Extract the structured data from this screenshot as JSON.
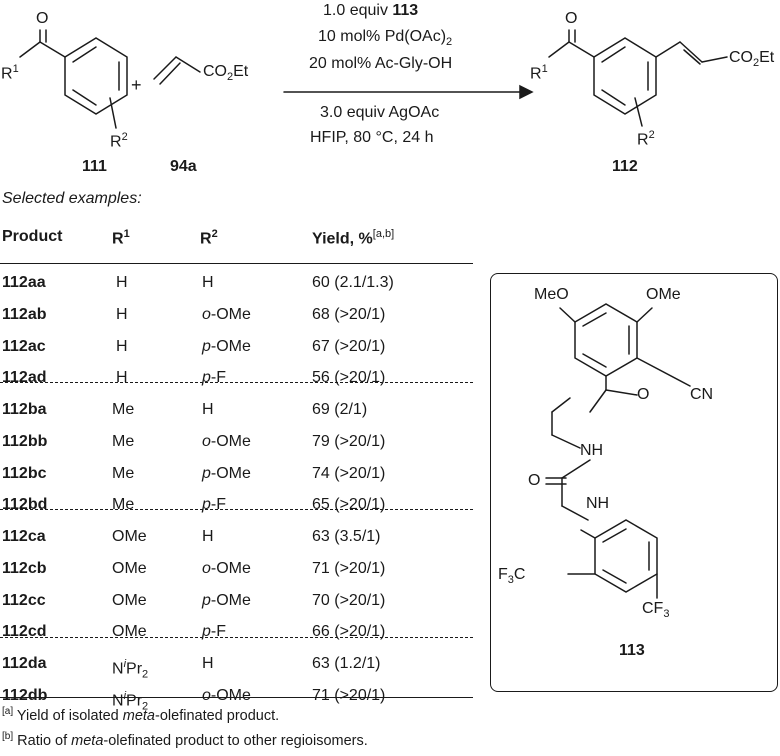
{
  "reaction": {
    "reactant1_id": "111",
    "reactant1_r1": "R",
    "reactant1_r2": "R",
    "reactant1_sup1": "1",
    "reactant1_sup2": "2",
    "plus": "+",
    "reactant2_id": "94a",
    "reactant2_group": "CO",
    "reactant2_sub": "2",
    "reactant2_tail": "Et",
    "product_id": "112",
    "conditions_above": [
      "1.0 equiv ",
      "113",
      "10 mol% Pd(OAc)",
      "2",
      "20 mol% Ac-Gly-OH"
    ],
    "conditions_below": [
      "3.0 equiv AgOAc",
      "HFIP, 80 °C, 24 h"
    ]
  },
  "selected_label": "Selected examples:",
  "table": {
    "headers": {
      "product": "Product",
      "r1": "R",
      "r1_sup": "1",
      "r2": "R",
      "r2_sup": "2",
      "yield": "Yield, %",
      "yield_sup": "[a,b]"
    },
    "rows": [
      {
        "product": "112aa",
        "r1": "H",
        "r2_pre": "",
        "r2_post": "H",
        "yield": "60 (2.1/1.3)"
      },
      {
        "product": "112ab",
        "r1": "H",
        "r2_pre": "o",
        "r2_post": "-OMe",
        "yield": "68 (>20/1)"
      },
      {
        "product": "112ac",
        "r1": "H",
        "r2_pre": "p",
        "r2_post": "-OMe",
        "yield": "67 (>20/1)"
      },
      {
        "product": "112ad",
        "r1": "H",
        "r2_pre": "p",
        "r2_post": "-F",
        "yield": "56 (>20/1)"
      },
      {
        "product": "112ba",
        "r1": "Me",
        "r2_pre": "",
        "r2_post": "H",
        "yield": "69 (2/1)"
      },
      {
        "product": "112bb",
        "r1": "Me",
        "r2_pre": "o",
        "r2_post": "-OMe",
        "yield": "79 (>20/1)"
      },
      {
        "product": "112bc",
        "r1": "Me",
        "r2_pre": "p",
        "r2_post": "-OMe",
        "yield": "74 (>20/1)"
      },
      {
        "product": "112bd",
        "r1": "Me",
        "r2_pre": "p",
        "r2_post": "-F",
        "yield": "65 (>20/1)"
      },
      {
        "product": "112ca",
        "r1": "OMe",
        "r2_pre": "",
        "r2_post": "H",
        "yield": "63 (3.5/1)"
      },
      {
        "product": "112cb",
        "r1": "OMe",
        "r2_pre": "o",
        "r2_post": "-OMe",
        "yield": "71 (>20/1)"
      },
      {
        "product": "112cc",
        "r1": "OMe",
        "r2_pre": "p",
        "r2_post": "-OMe",
        "yield": "70 (>20/1)"
      },
      {
        "product": "112cd",
        "r1": "OMe",
        "r2_pre": "p",
        "r2_post": "-F",
        "yield": "66 (>20/1)"
      },
      {
        "product": "112da",
        "r1": "N",
        "r1_sup": "i",
        "r1_tail": "Pr",
        "r1_sub": "2",
        "r2_pre": "",
        "r2_post": "H",
        "yield": "63 (1.2/1)"
      },
      {
        "product": "112db",
        "r1": "N",
        "r1_sup": "i",
        "r1_tail": "Pr",
        "r1_sub": "2",
        "r2_pre": "o",
        "r2_post": "-OMe",
        "yield": "71 (>20/1)"
      }
    ]
  },
  "footnotes": [
    {
      "mark": "[a]",
      "pre": " Yield of isolated ",
      "em": "meta",
      "post": "-olefinated product."
    },
    {
      "mark": "[b]",
      "pre": " Ratio of ",
      "em": "meta",
      "post": "-olefinated product to other regioisomers."
    }
  ],
  "ligand": {
    "id": "113",
    "meo": "MeO",
    "ome": "OMe",
    "o_ether": "O",
    "cn": "CN",
    "nh_top": "NH",
    "o_carbonyl": "O",
    "nh_bottom": "NH",
    "cf3_left_pre": "F",
    "cf3_left_sub": "3",
    "cf3_left_post": "C",
    "cf3_right_pre": "CF",
    "cf3_right_sub": "3"
  }
}
